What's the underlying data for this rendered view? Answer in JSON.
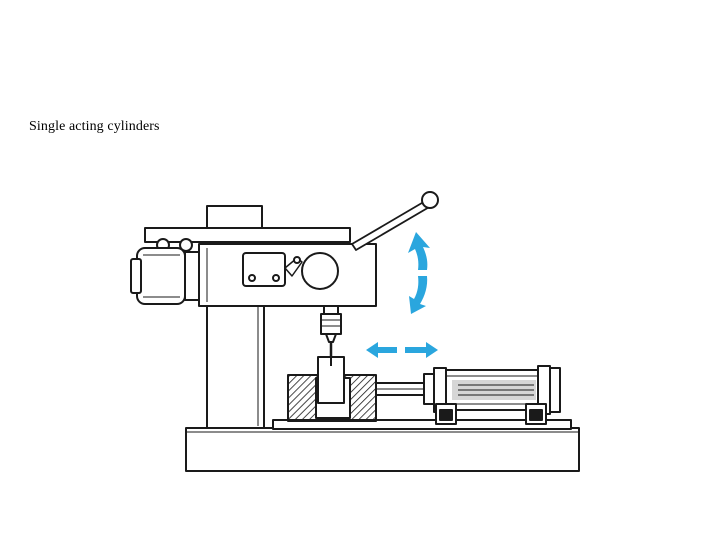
{
  "slide": {
    "title": "Single acting cylinders"
  },
  "diagram": {
    "subject": "drill-press-with-pneumatic-clamping-cylinder",
    "colors": {
      "line": "#1a1a1a",
      "accent_arrow": "#2aa6de",
      "hatch": "#1a1a1a",
      "fill": "#ffffff"
    },
    "arrows": [
      {
        "name": "vertical-feed-arrow",
        "meaning": "up-down"
      },
      {
        "name": "horizontal-clamp-arrow",
        "meaning": "left-right"
      }
    ]
  }
}
